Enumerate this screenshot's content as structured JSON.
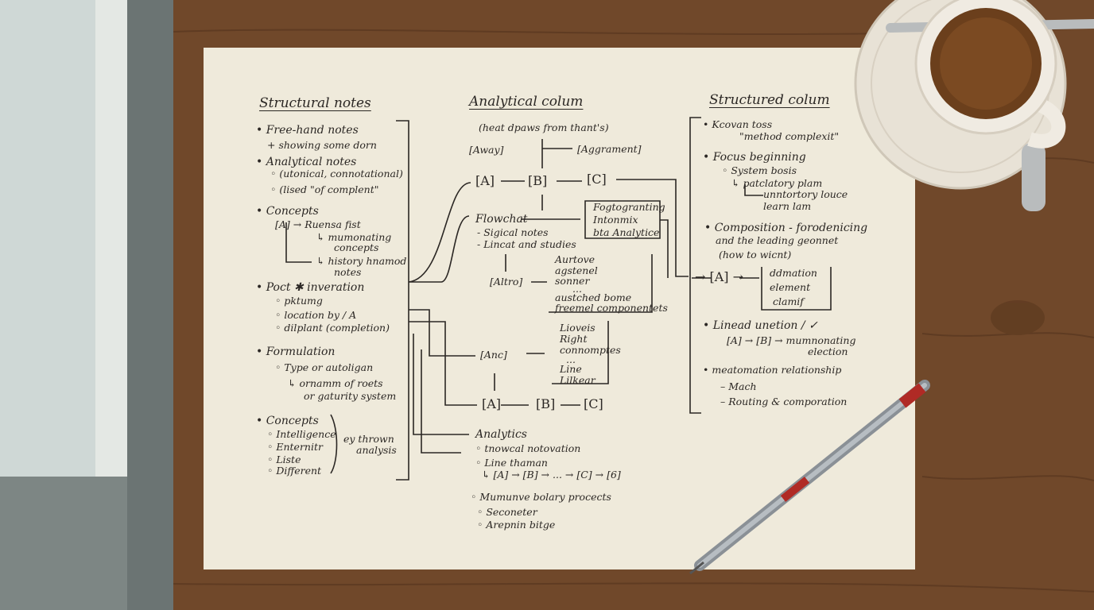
{
  "scene_colors": {
    "table": "#6e4a2c",
    "paper": "#efeadb",
    "ink": "#2b2724",
    "coffee": "#6b3f1c",
    "saucer": "#e8e2d6",
    "pen_body": "#9aa1a8",
    "pen_accent": "#b02a25"
  },
  "notes": {
    "left": {
      "heading": "Structural notes",
      "items": [
        "• Free-hand notes",
        "+ showing some dorn",
        "• Analytical notes",
        "◦ (utonical, connotational)",
        "◦ (lised \"of complent\"",
        "• Concepts",
        "[A] → Ruensa fist",
        "↳ mumonating",
        "concepts",
        "↳ history hnamod",
        "notes",
        "• Poct ✱ inveration",
        "◦ pktumg",
        "◦ location by / A",
        "◦ dilplant (completion)",
        "• Formulation",
        "◦ Type or autoligan",
        "↳ ornamm of roets",
        "or gaturity system",
        "• Concepts",
        "◦ Intelligence",
        "◦ Enternitr",
        "◦ Liste",
        "◦ Different",
        "ey thrown",
        "analysis"
      ]
    },
    "middle": {
      "heading": "Analytical colum",
      "items": [
        "(heat dpaws from thant's)",
        "[Away]",
        "[Aggrament]",
        "[A]",
        "[B]",
        "[C]",
        "Flowchat",
        "- Sigical notes",
        "- Lincat and studies",
        "Fogtogranting",
        "Intonmix",
        "bta Analytice",
        "[Altro]",
        "Aurtove",
        "agstenel",
        "sonner",
        "...",
        "austched bome",
        "freemel componentets",
        "[Anc]",
        "Lioveis",
        "Right",
        "connomptes",
        "...",
        "Line",
        "Lilkear",
        "[A]",
        "[B]",
        "[C]",
        "Analytics",
        "◦ tnowcal notovation",
        "◦ Line thaman",
        "↳ [A] → [B] → ... → [C] → [6]",
        "◦ Mumunve bolary procects",
        "◦ Seconeter",
        "◦ Arepnin bitge"
      ]
    },
    "right": {
      "heading": "Structured colum",
      "items": [
        "• Kcovan toss",
        "\"method complexit\"",
        "• Focus beginning",
        "◦ System bosis",
        "↳ patclatory plam",
        "unntortory louce",
        "learn lam",
        "• Composition - forodenicing",
        "and the leading geonnet",
        "(how to wicnt)",
        "→ [A] →",
        "ddmation",
        "element",
        "clamif",
        "• Linead unetion / ✓",
        "[A] → [B] → mumnonating",
        "election",
        "• meatomation relationship",
        "– Mach",
        "– Routing & comporation"
      ]
    }
  }
}
